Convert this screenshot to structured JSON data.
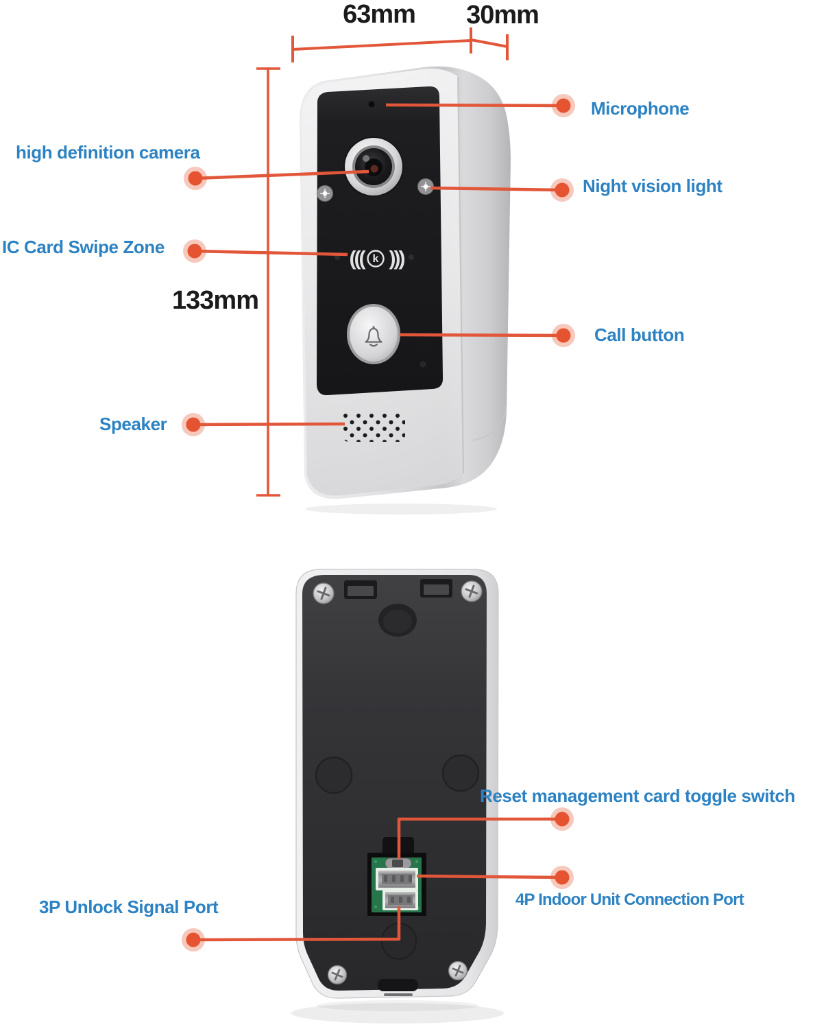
{
  "front_view": {
    "dimensions": {
      "front_width": "63mm",
      "side_depth": "30mm",
      "height": "133mm"
    },
    "labels": {
      "camera": "high definition camera",
      "ic_card": "IC Card Swipe Zone",
      "speaker": "Speaker",
      "microphone": "Microphone",
      "night_vision": "Night vision light",
      "call_button": "Call button"
    }
  },
  "back_view": {
    "labels": {
      "reset_switch": "Reset management card toggle switch",
      "unlock_port_3p": "3P Unlock Signal Port",
      "indoor_port_4p": "4P Indoor Unit Connection Port"
    }
  },
  "colors": {
    "label_blue": "#2c82c2",
    "annotation_orange": "#e2573a",
    "leader_dot_orange": "#e65330",
    "dimension_text": "#1b1b1b",
    "pcb_green": "#27754a"
  }
}
